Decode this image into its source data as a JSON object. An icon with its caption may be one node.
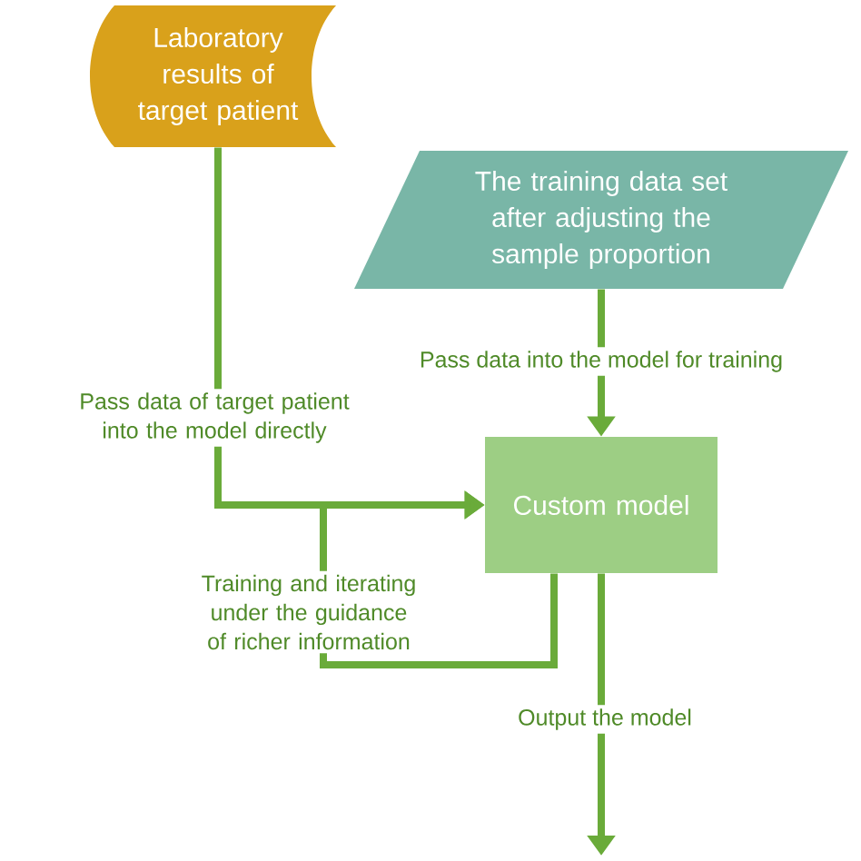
{
  "diagram": {
    "nodes": [
      {
        "text": [
          "Laboratory results of target patient"
        ]
      },
      {
        "text": [
          "The training data set after adjusting the sample proportion"
        ]
      },
      {
        "text": [
          "Custom model"
        ]
      }
    ],
    "edges": [
      {
        "from": 0,
        "to": 2,
        "arrow": "to",
        "label": "Pass data of target patient into the model directly"
      },
      {
        "from": 1,
        "to": 2,
        "arrow": "to",
        "label": "Pass data into the model for training"
      },
      {
        "from": 2,
        "to": 2,
        "arrow": "to",
        "label": "Training and iterating under the guidance of richer information"
      },
      {
        "from": 2,
        "to": null,
        "arrow": "to",
        "label": "Output the model"
      }
    ]
  }
}
